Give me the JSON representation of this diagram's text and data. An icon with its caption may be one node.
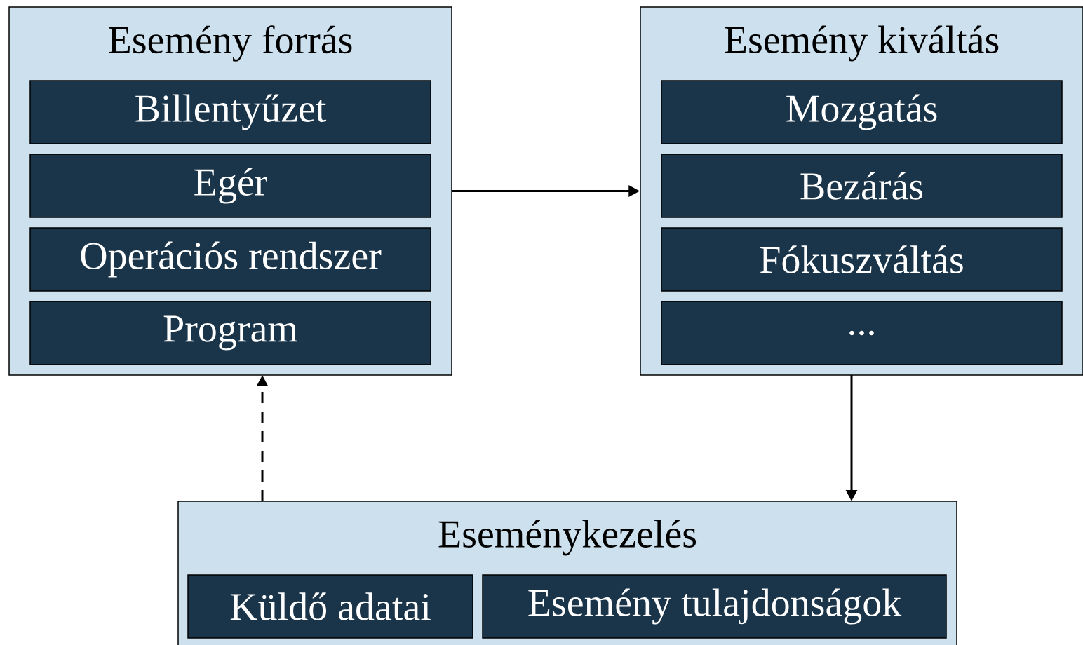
{
  "diagram": {
    "nodes": [
      {
        "text": [
          "Esemény forrás"
        ]
      },
      {
        "text": [
          "Billentyűzet"
        ],
        "in": 0
      },
      {
        "text": [
          "Egér"
        ],
        "in": 0
      },
      {
        "text": [
          "Operációs rendszer"
        ],
        "in": 0
      },
      {
        "text": [
          "Program"
        ],
        "in": 0
      },
      {
        "text": [
          "Esemény kiváltás"
        ]
      },
      {
        "text": [
          "Mozgatás"
        ],
        "in": 5
      },
      {
        "text": [
          "Bezárás"
        ],
        "in": 5
      },
      {
        "text": [
          "Fókuszváltás"
        ],
        "in": 5
      },
      {
        "text": [
          "..."
        ],
        "in": 5
      },
      {
        "text": [
          "Eseménykezelés"
        ]
      },
      {
        "text": [
          "Küldő adatai"
        ],
        "in": 10
      },
      {
        "text": [
          "Esemény tulajdonságok"
        ],
        "in": 10
      }
    ],
    "edges": [
      {
        "from": 0,
        "to": 5,
        "arrow": "to"
      },
      {
        "from": 5,
        "to": 10,
        "arrow": "to"
      },
      {
        "from": 10,
        "to": 0,
        "arrow": "to",
        "style": "dashed"
      }
    ]
  }
}
